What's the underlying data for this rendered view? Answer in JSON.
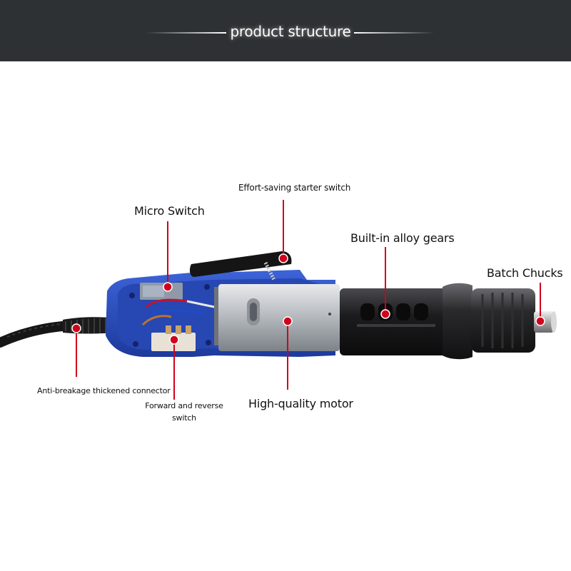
{
  "header": {
    "title": "product structure",
    "background": "#2e3133"
  },
  "accent_color": "#d0021b",
  "tool_colors": {
    "housing": "#2a4fc4",
    "motor": "#b9bdc2",
    "gear_housing": "#1c1c1e",
    "cable": "#161616"
  },
  "callouts": [
    {
      "id": "effort-saving-starter-switch",
      "text": "Effort-saving starter switch"
    },
    {
      "id": "micro-switch",
      "text": "Micro Switch"
    },
    {
      "id": "built-in-alloy-gears",
      "text": "Built-in alloy gears"
    },
    {
      "id": "batch-chucks",
      "text": "Batch Chucks"
    },
    {
      "id": "anti-breakage-thickened-connector",
      "text": "Anti-breakage thickened connector"
    },
    {
      "id": "forward-and-reverse-switch",
      "text": "Forward and reverse switch",
      "lines": [
        "Forward and reverse",
        "switch"
      ]
    },
    {
      "id": "high-quality-motor",
      "text": "High-quality motor"
    }
  ]
}
